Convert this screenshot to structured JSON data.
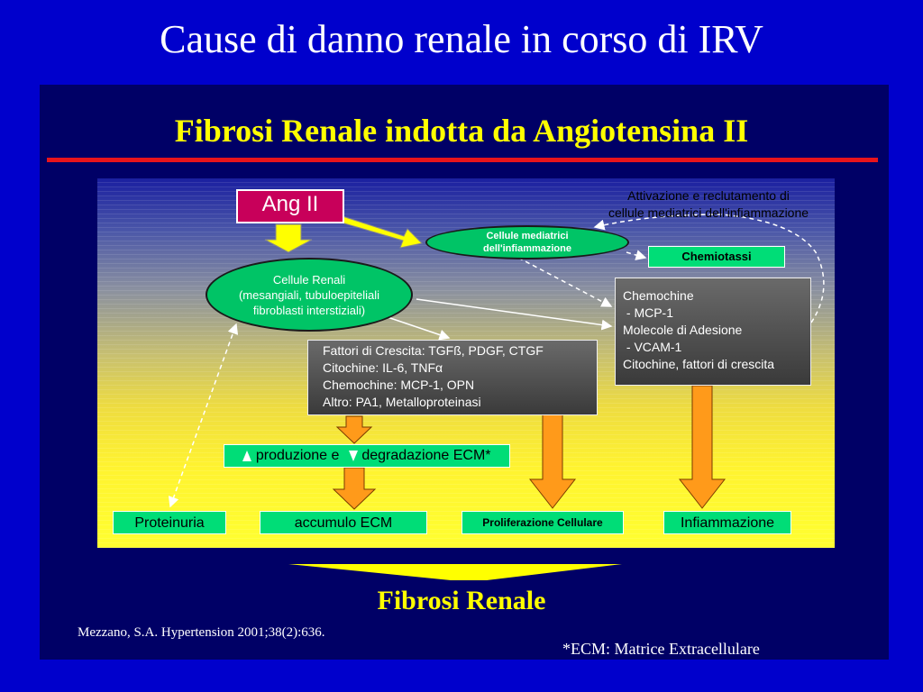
{
  "title": "Cause di danno renale in corso di IRV",
  "subtitle": "Fibrosi Renale indotta da Angiotensina II",
  "nodes": {
    "ang_ii": "Ang II",
    "cellule_renali": [
      "Cellule Renali",
      "(mesangiali, tubuloepiteliali",
      "fibroblasti interstiziali)"
    ],
    "cellule_mediatrici": [
      "Cellule mediatrici",
      "dell'infiammazione"
    ],
    "attivazione_note": [
      "Attivazione e reclutamento di",
      "cellule mediatrici dell'infiammazione"
    ],
    "chemiotassi": "Chemiotassi",
    "fattori": [
      "Fattori di Crescita: TGFß, PDGF, CTGF",
      "Citochine: IL-6, TNFα",
      "Chemochine: MCP-1, OPN",
      "Altro: PA1, Metalloproteinasi"
    ],
    "chemochine": [
      "Chemochine",
      " - MCP-1",
      "Molecole di Adesione",
      " - VCAM-1",
      "Citochine, fattori di crescita"
    ],
    "produzione_ecm": {
      "part1": "produzione e",
      "part2": "degradazione ECM*"
    },
    "proteinuria": "Proteinuria",
    "accumulo": "accumulo ECM",
    "proliferazione": "Proliferazione Cellulare",
    "infiammazione": "Infiammazione"
  },
  "result": "Fibrosi Renale",
  "citation": "Mezzano, S.A. Hypertension 2001;38(2):636.",
  "footnote": "*ECM: Matrice Extracellulare",
  "colors": {
    "background": "#0000cc",
    "panel": "#000066",
    "accent_yellow": "#ffff00",
    "node_green": "#00dd77",
    "ang_ii": "#c8005a",
    "arrow_orange": "#ff9a1a",
    "rule_red": "#e8141c"
  }
}
